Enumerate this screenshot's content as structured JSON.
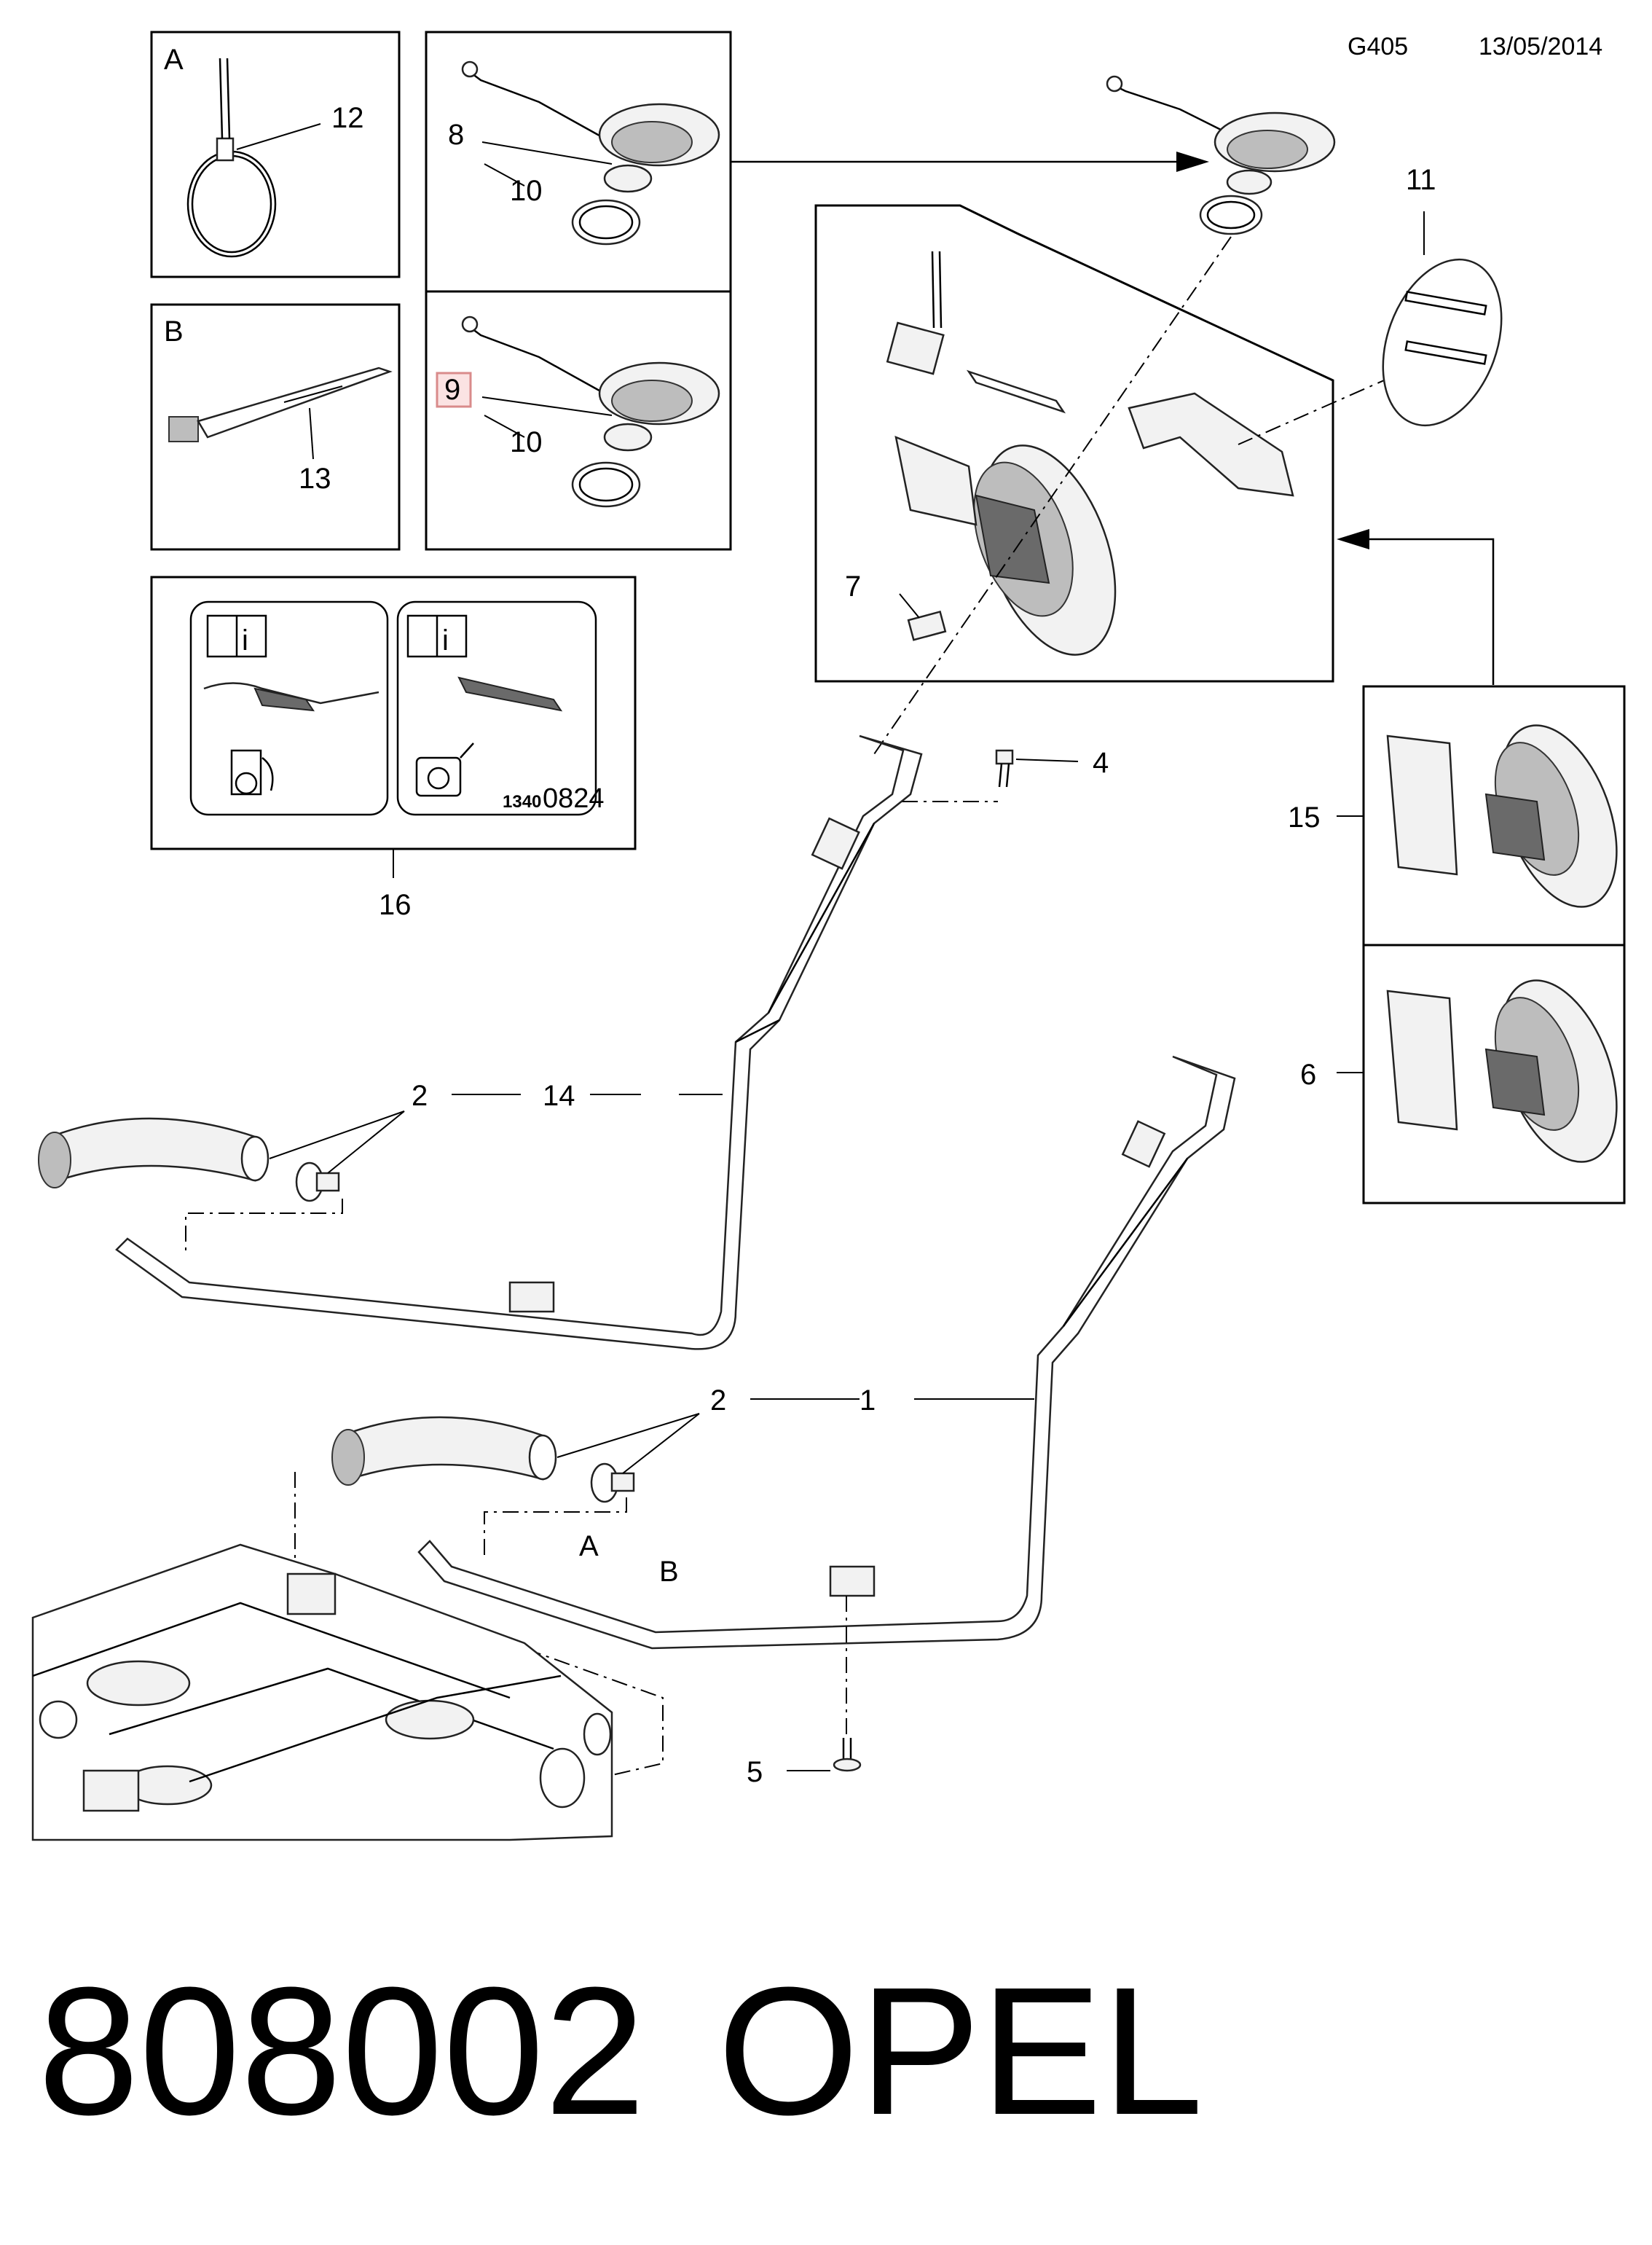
{
  "header": {
    "code": "G405",
    "date": "13/05/2014"
  },
  "footer": {
    "part_number": "808002",
    "brand": "OPEL"
  },
  "insets": {
    "a": {
      "letter": "A",
      "callout": "12"
    },
    "b": {
      "letter": "B",
      "callout": "13"
    },
    "cap_upper": {
      "callouts": [
        "8",
        "10"
      ]
    },
    "cap_lower": {
      "highlighted_callout": "9",
      "callout": "10"
    },
    "label_sticker": {
      "callout": "16",
      "code_small": "1340",
      "code_large": "0824"
    }
  },
  "callouts": {
    "c1": "1",
    "c2_upper": "2",
    "c2_lower": "2",
    "c4": "4",
    "c5": "5",
    "c6": "6",
    "c7": "7",
    "c11": "11",
    "c14": "14",
    "c15": "15"
  },
  "pipe_labels": {
    "a": "A",
    "b": "B"
  },
  "icons": [
    "info-book-icon",
    "fuel-pump-icon",
    "fuel-can-icon"
  ]
}
